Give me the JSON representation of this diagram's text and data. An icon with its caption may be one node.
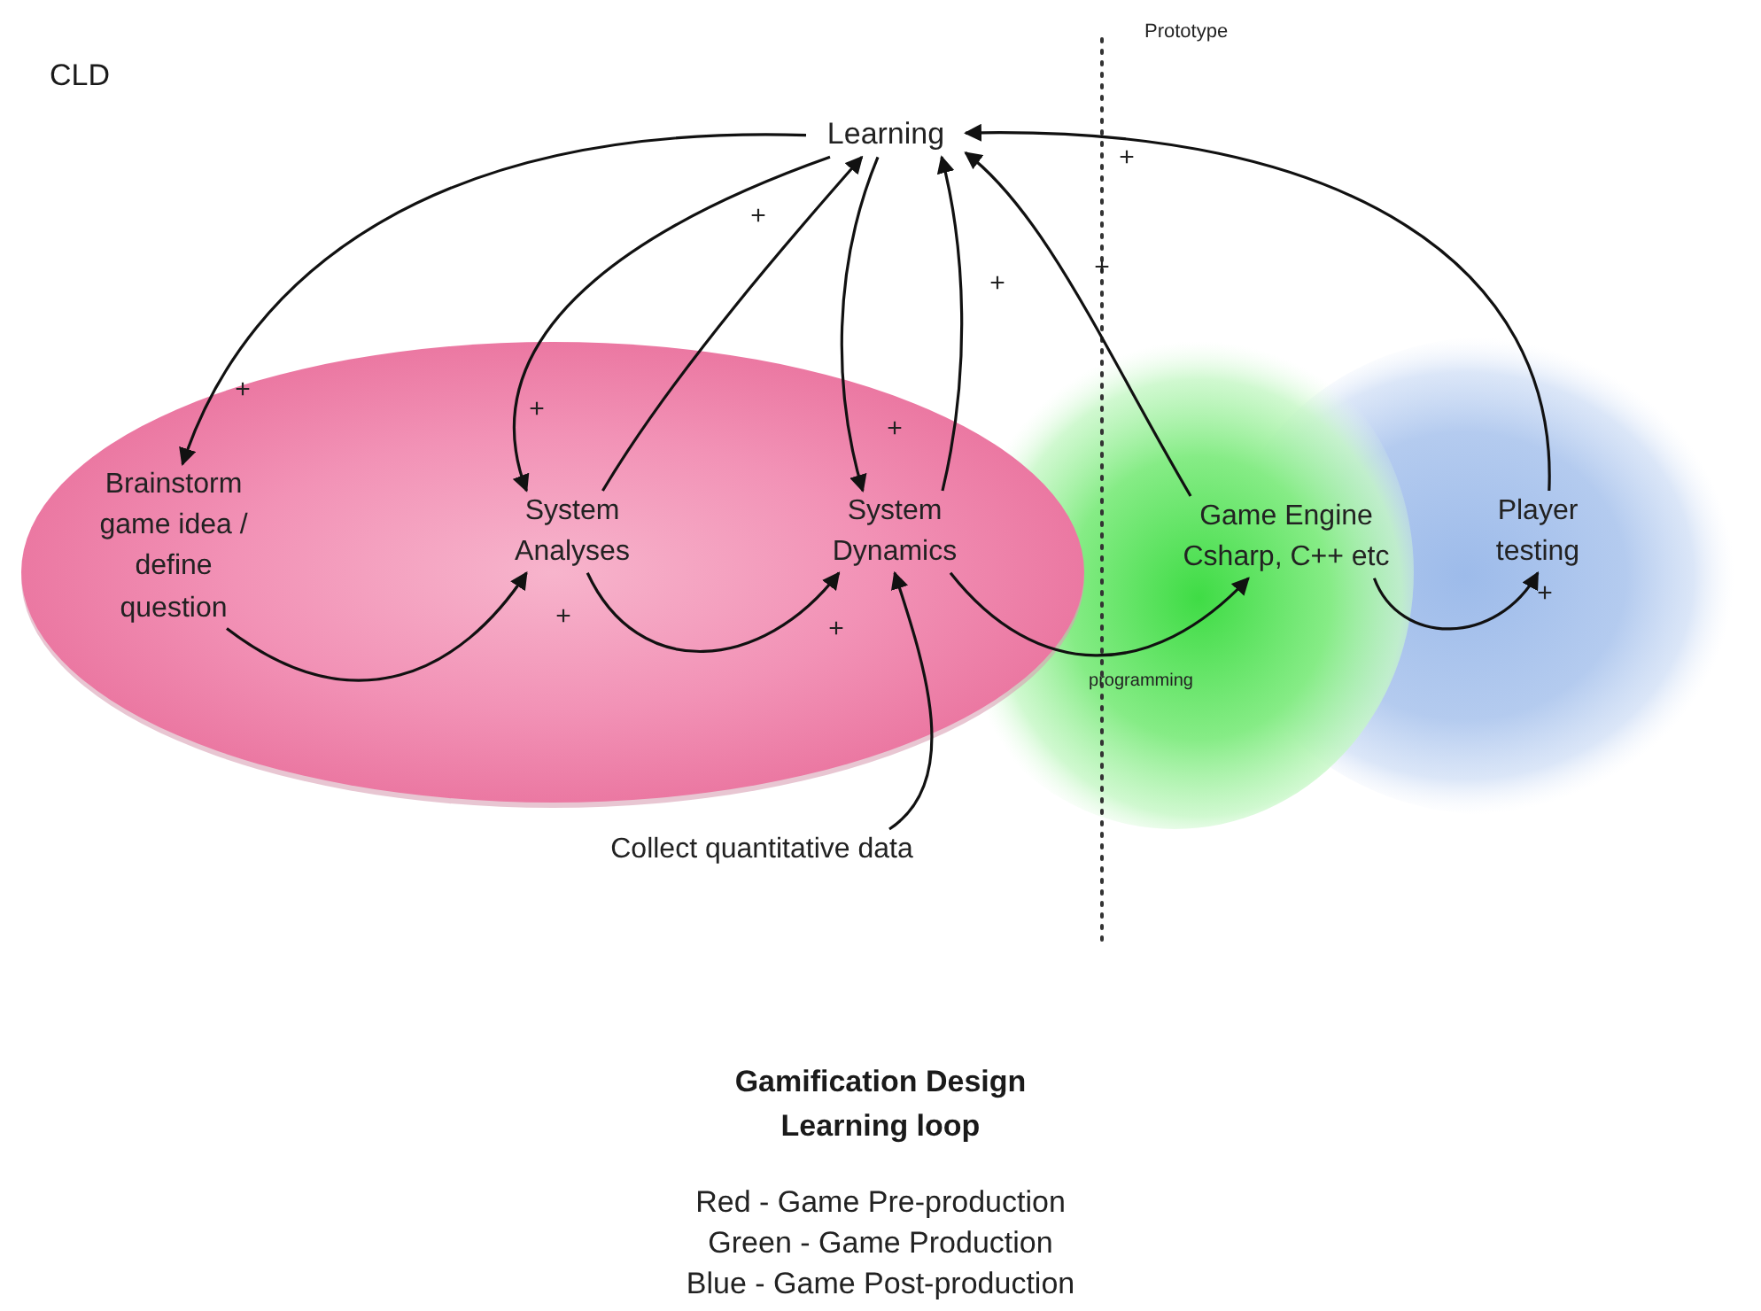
{
  "diagram": {
    "title": "CLD",
    "caption": "Gamification Design Learning loop",
    "nodes": [
      {
        "text": [
          "Learning"
        ]
      },
      {
        "text": [
          "Brainstorm game idea / define question"
        ]
      },
      {
        "text": [
          "System Analyses"
        ]
      },
      {
        "text": [
          "System Dynamics"
        ]
      },
      {
        "text": [
          "Game Engine Csharp, C++ etc"
        ]
      },
      {
        "text": [
          "Player testing"
        ]
      },
      {
        "text": [
          "Collect quantitative data"
        ]
      }
    ],
    "edges": [
      {
        "from": 0,
        "to": 1,
        "arrow": "to",
        "label": "+"
      },
      {
        "from": 0,
        "to": 2,
        "arrow": "to",
        "label": "+"
      },
      {
        "from": 2,
        "to": 0,
        "arrow": "to",
        "label": "+"
      },
      {
        "from": 0,
        "to": 3,
        "arrow": "to",
        "label": "+"
      },
      {
        "from": 3,
        "to": 0,
        "arrow": "to",
        "label": "+"
      },
      {
        "from": 4,
        "to": 0,
        "arrow": "to",
        "label": "+"
      },
      {
        "from": 5,
        "to": 0,
        "arrow": "to",
        "label": "+"
      },
      {
        "from": 1,
        "to": 2,
        "arrow": "to",
        "label": "+"
      },
      {
        "from": 2,
        "to": 3,
        "arrow": "to",
        "label": "+"
      },
      {
        "from": 3,
        "to": 4,
        "arrow": "to",
        "label": "programming"
      },
      {
        "from": 4,
        "to": 5,
        "arrow": "to",
        "label": "+"
      },
      {
        "from": 6,
        "to": 3,
        "arrow": "to"
      }
    ],
    "labels": [
      "Prototype",
      "Red - Game Pre-production",
      "Green - Game Production",
      "Blue - Game Post-production"
    ]
  }
}
